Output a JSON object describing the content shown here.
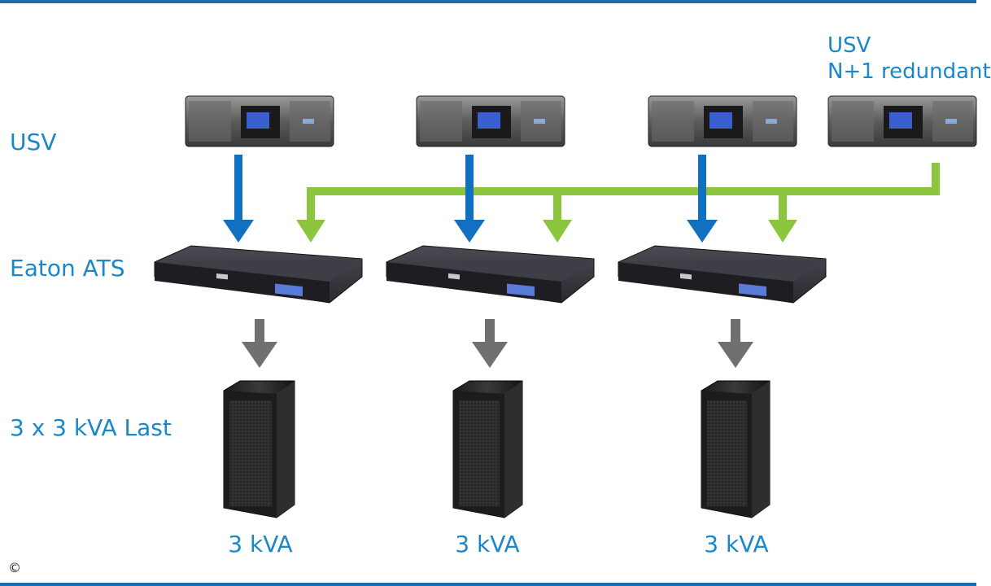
{
  "labels": {
    "usv": "USV",
    "eaton_ats": "Eaton ATS",
    "load": "3 x 3 kVA Last",
    "redundant_title": "USV",
    "redundant_sub": "N+1 redundant"
  },
  "loads": [
    {
      "label": "3 kVA"
    },
    {
      "label": "3 kVA"
    },
    {
      "label": "3 kVA"
    }
  ],
  "copyright": "©",
  "colors": {
    "accent_blue": "#1a87c8",
    "arrow_blue": "#1170c0",
    "arrow_green": "#8cc63f",
    "arrow_gray": "#707070"
  }
}
